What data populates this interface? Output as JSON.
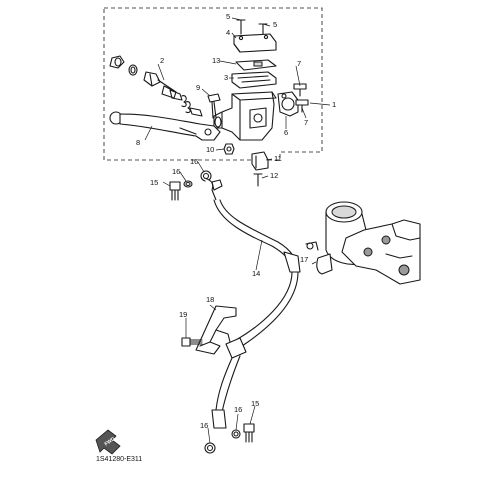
{
  "callouts": {
    "c1": "1",
    "c2": "2",
    "c3": "3",
    "c4": "4",
    "c5a": "5",
    "c5b": "5",
    "c6": "6",
    "c7a": "7",
    "c7b": "7",
    "c8": "8",
    "c9": "9",
    "c10": "10",
    "c11": "11",
    "c12": "12",
    "c13": "13",
    "c14": "14",
    "c15a": "15",
    "c15b": "15",
    "c16a": "16",
    "c16b": "16",
    "c16c": "16",
    "c16d": "16",
    "c17": "17",
    "c18": "18",
    "c19": "19"
  },
  "diagram_code": "1S41280-E311",
  "forward_arrow_label": "FWD"
}
